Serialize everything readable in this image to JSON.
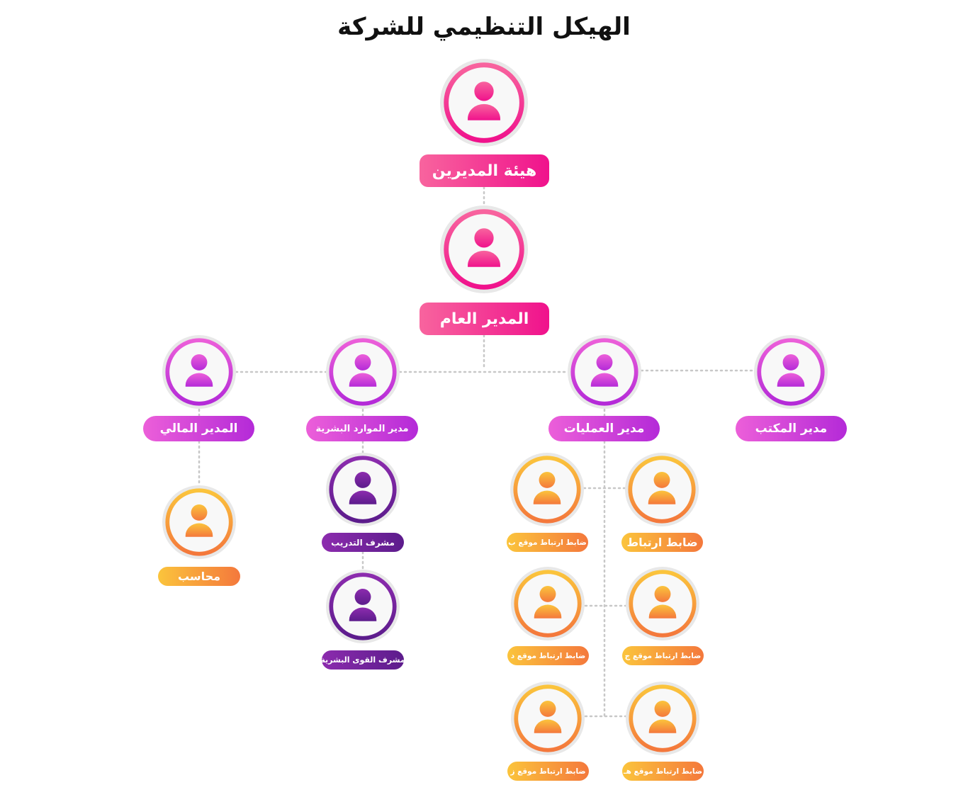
{
  "title": "الهيكل التنظيمي للشركة",
  "colors": {
    "pink": [
      "#f8649e",
      "#f0128c"
    ],
    "magenta": [
      "#ec5fd9",
      "#b42ad8"
    ],
    "purple": [
      "#8c2cae",
      "#5c1c8c"
    ],
    "orange": [
      "#fbc43c",
      "#f4783c"
    ],
    "connector": "#c8c8c8"
  },
  "nodes": {
    "board": {
      "label": "هيئة المديرين",
      "theme": "pink",
      "icon": "person-icon"
    },
    "gm": {
      "label": "المدير العام",
      "theme": "pink",
      "icon": "person-icon"
    },
    "finance": {
      "label": "المدير المالي",
      "theme": "magenta",
      "icon": "person-icon"
    },
    "hr": {
      "label": "مدير الموارد البشرية",
      "theme": "magenta",
      "icon": "person-icon"
    },
    "ops": {
      "label": "مدير العمليات",
      "theme": "magenta",
      "icon": "person-icon"
    },
    "office": {
      "label": "مدير المكتب",
      "theme": "magenta",
      "icon": "person-icon"
    },
    "accountant": {
      "label": "محاسب",
      "theme": "orange",
      "icon": "person-icon"
    },
    "training": {
      "label": "مشرف التدريب",
      "theme": "purple",
      "icon": "person-icon"
    },
    "workforce": {
      "label": "مشرف القوى البشرية",
      "theme": "purple",
      "icon": "person-icon"
    },
    "liaison": {
      "label": "ضابط ارتباط",
      "theme": "orange",
      "icon": "person-icon"
    },
    "site_b": {
      "label": "ضابط ارتباط موقع ب",
      "theme": "orange",
      "icon": "person-icon"
    },
    "site_j": {
      "label": "ضابط ارتباط موقع ج",
      "theme": "orange",
      "icon": "person-icon"
    },
    "site_d": {
      "label": "ضابط ارتباط موقع د",
      "theme": "orange",
      "icon": "person-icon"
    },
    "site_h": {
      "label": "ضابط ارتباط موقع هـ",
      "theme": "orange",
      "icon": "person-icon"
    },
    "site_z": {
      "label": "ضابط ارتباط موقع ز",
      "theme": "orange",
      "icon": "person-icon"
    }
  }
}
